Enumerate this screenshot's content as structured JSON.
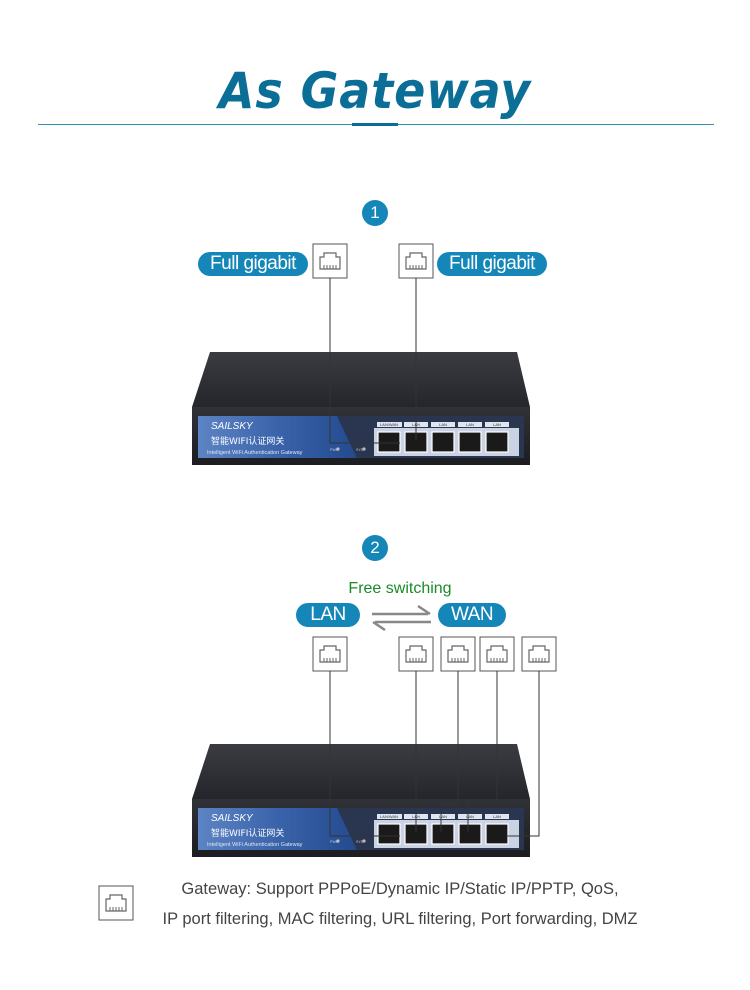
{
  "title": "As Gateway",
  "section1": {
    "step": "1",
    "label_left": "Full gigabit",
    "label_right": "Full gigabit"
  },
  "section2": {
    "step": "2",
    "switch_label": "Free switching",
    "lan_label": "LAN",
    "wan_label": "WAN"
  },
  "device": {
    "brand": "SAILSKY",
    "name_cn": "智能WIFI认证网关",
    "name_en": "Intelligent WiFi Authentication Gateway",
    "port_labels": [
      "LAN/WAN",
      "LAN",
      "LAN",
      "LAN",
      "LAN"
    ],
    "led_labels": [
      "PWR",
      "SYS"
    ],
    "colors": {
      "body": "#2b2d33",
      "panel": "#2c5aa0",
      "accent": "#1486b8"
    }
  },
  "caption": {
    "line1": "Gateway: Support PPPoE/Dynamic IP/Static IP/PPTP, QoS,",
    "line2": "IP port filtering, MAC filtering, URL filtering, Port forwarding, DMZ"
  }
}
